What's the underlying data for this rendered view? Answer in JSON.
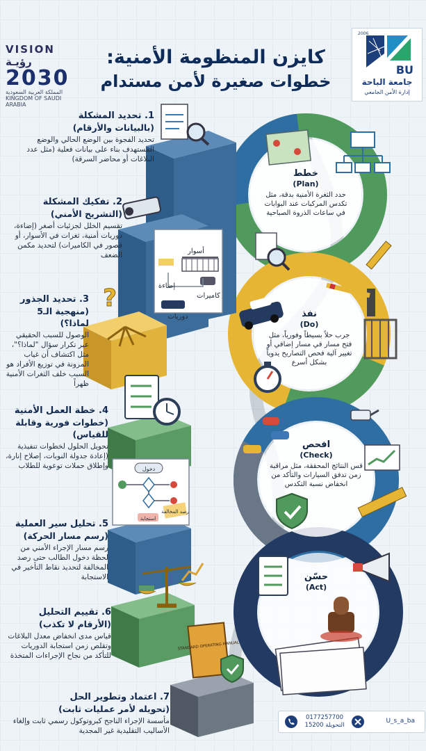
{
  "header": {
    "title_line1": "كايزن المنظومة الأمنية:",
    "title_line2": "خطوات صغيرة لأمن مستدام"
  },
  "vision": {
    "word": "VISION",
    "word_ar": "رؤيـة",
    "year": "2030",
    "kingdom_ar": "المملكة العربية السعودية",
    "kingdom_en": "KINGDOM OF SAUDI ARABIA"
  },
  "university": {
    "year": "2006",
    "abbr": "BU",
    "name_ar": "جامعة الباحة",
    "dept_ar": "إدارة الأمن الجامعي"
  },
  "steps": [
    {
      "heading": "1. تحديد المشكلة",
      "subheading": "(بالبيانات والأرقام)",
      "description": "تحديد الفجوة بين الوضع الحالي والوضع المستهدف بناء على بيانات فعلية (مثل عدد البلاغات أو محاضر السرقة)"
    },
    {
      "heading": "2. تفكيك المشكلة",
      "subheading": "(التشريح الأمني)",
      "description": "تقسيم الخلل لجزئيات أصغر (إضاءة، دوريات أمنية، ثغرات في الأسوار، أو قصور في الكاميرات) لتحديد مكمن الضعف"
    },
    {
      "heading": "3. تحديد الجذور",
      "subheading": "(منهجية الـ5 لماذا؟)",
      "description": "الوصول للسبب الحقيقي عبر تكرار سؤال \"لماذا؟\"، مثل اكتشاف أن غياب المرونة في توزيع الأفراد هو السبب خلف الثغرات الأمنية ظهراً"
    },
    {
      "heading": "4. خطة العمل الأمنية",
      "subheading": "(خطوات فورية وقابلة للقياس)",
      "description": "تحويل الحلول لخطوات تنفيذية (إعادة جدولة النوبات، إصلاح إنارة، وإطلاق حملات توعوية للطلاب"
    },
    {
      "heading": "5. تحليل سير العملية",
      "subheading": "(رسم مسار الحركة)",
      "description": "رسم مسار الإجراء الأمني من لحظة دخول الطالب حتى رصد المخالفة لتحديد نقاط التأخير في الاستجابة"
    },
    {
      "heading": "6. تقييم التحليل",
      "subheading": "(الأرقام لا تكذب)",
      "description": "قياس مدى انخفاض معدل البلاغات وتقلص زمن استجابة الدوريات للتأكد من نجاح الإجراءات المتخذة"
    },
    {
      "heading": "7. اعتماد وتطوير الحل",
      "subheading": "(تحويله لأمر عمليات ثابت)",
      "description": "مأسسة الإجراء الناجح كبروتوكول رسمي ثابت وإلغاء الأساليب التقليدية غير المجدية"
    }
  ],
  "cycle": [
    {
      "heading": "خطط",
      "english": "(Plan)",
      "description": "حدد الثغرة الأمنية بدقة، مثل تكدس المركبات عند البوابات في ساعات الذروة الصباحية"
    },
    {
      "heading": "نفذ",
      "english": "(Do)",
      "description": "جرب حلاً بسيطاً وفورياً، مثل فتح مسار في مسار إضافي أو تغيير آلية فحص التصاريح يدوياً بشكل أسرع"
    },
    {
      "heading": "افحص",
      "english": "(Check)",
      "description": "قس النتائج المحققة، مثل مراقبة زمن تدفق السيارات والتأكد من انخفاض نسبة التكدس"
    },
    {
      "heading": "حسّن",
      "english": "(Act)",
      "description": ""
    }
  ],
  "illustration_labels": {
    "fence": "أسوار",
    "lighting": "إضاءة",
    "patrols": "دوريات",
    "cameras": "كاميرات",
    "flow_entry": "دخول",
    "flow_violation": "رصد المخالفة",
    "flow_response": "استجابة",
    "manual": "STANDARD OPERATING MANUAL"
  },
  "footer": {
    "phone": "0177257700",
    "ext_label": "التحويلة",
    "ext": "15200",
    "handle": "U_s_a_ba"
  },
  "colors": {
    "navy": "#0f2b57",
    "plan_green": "#4f9a5c",
    "do_yellow": "#e6b534",
    "check_blue": "#2f6ea2",
    "act_navy": "#233b62",
    "block_blue": "#3c6d9a",
    "block_yellow": "#e2b33b",
    "block_green": "#5a9a63"
  }
}
